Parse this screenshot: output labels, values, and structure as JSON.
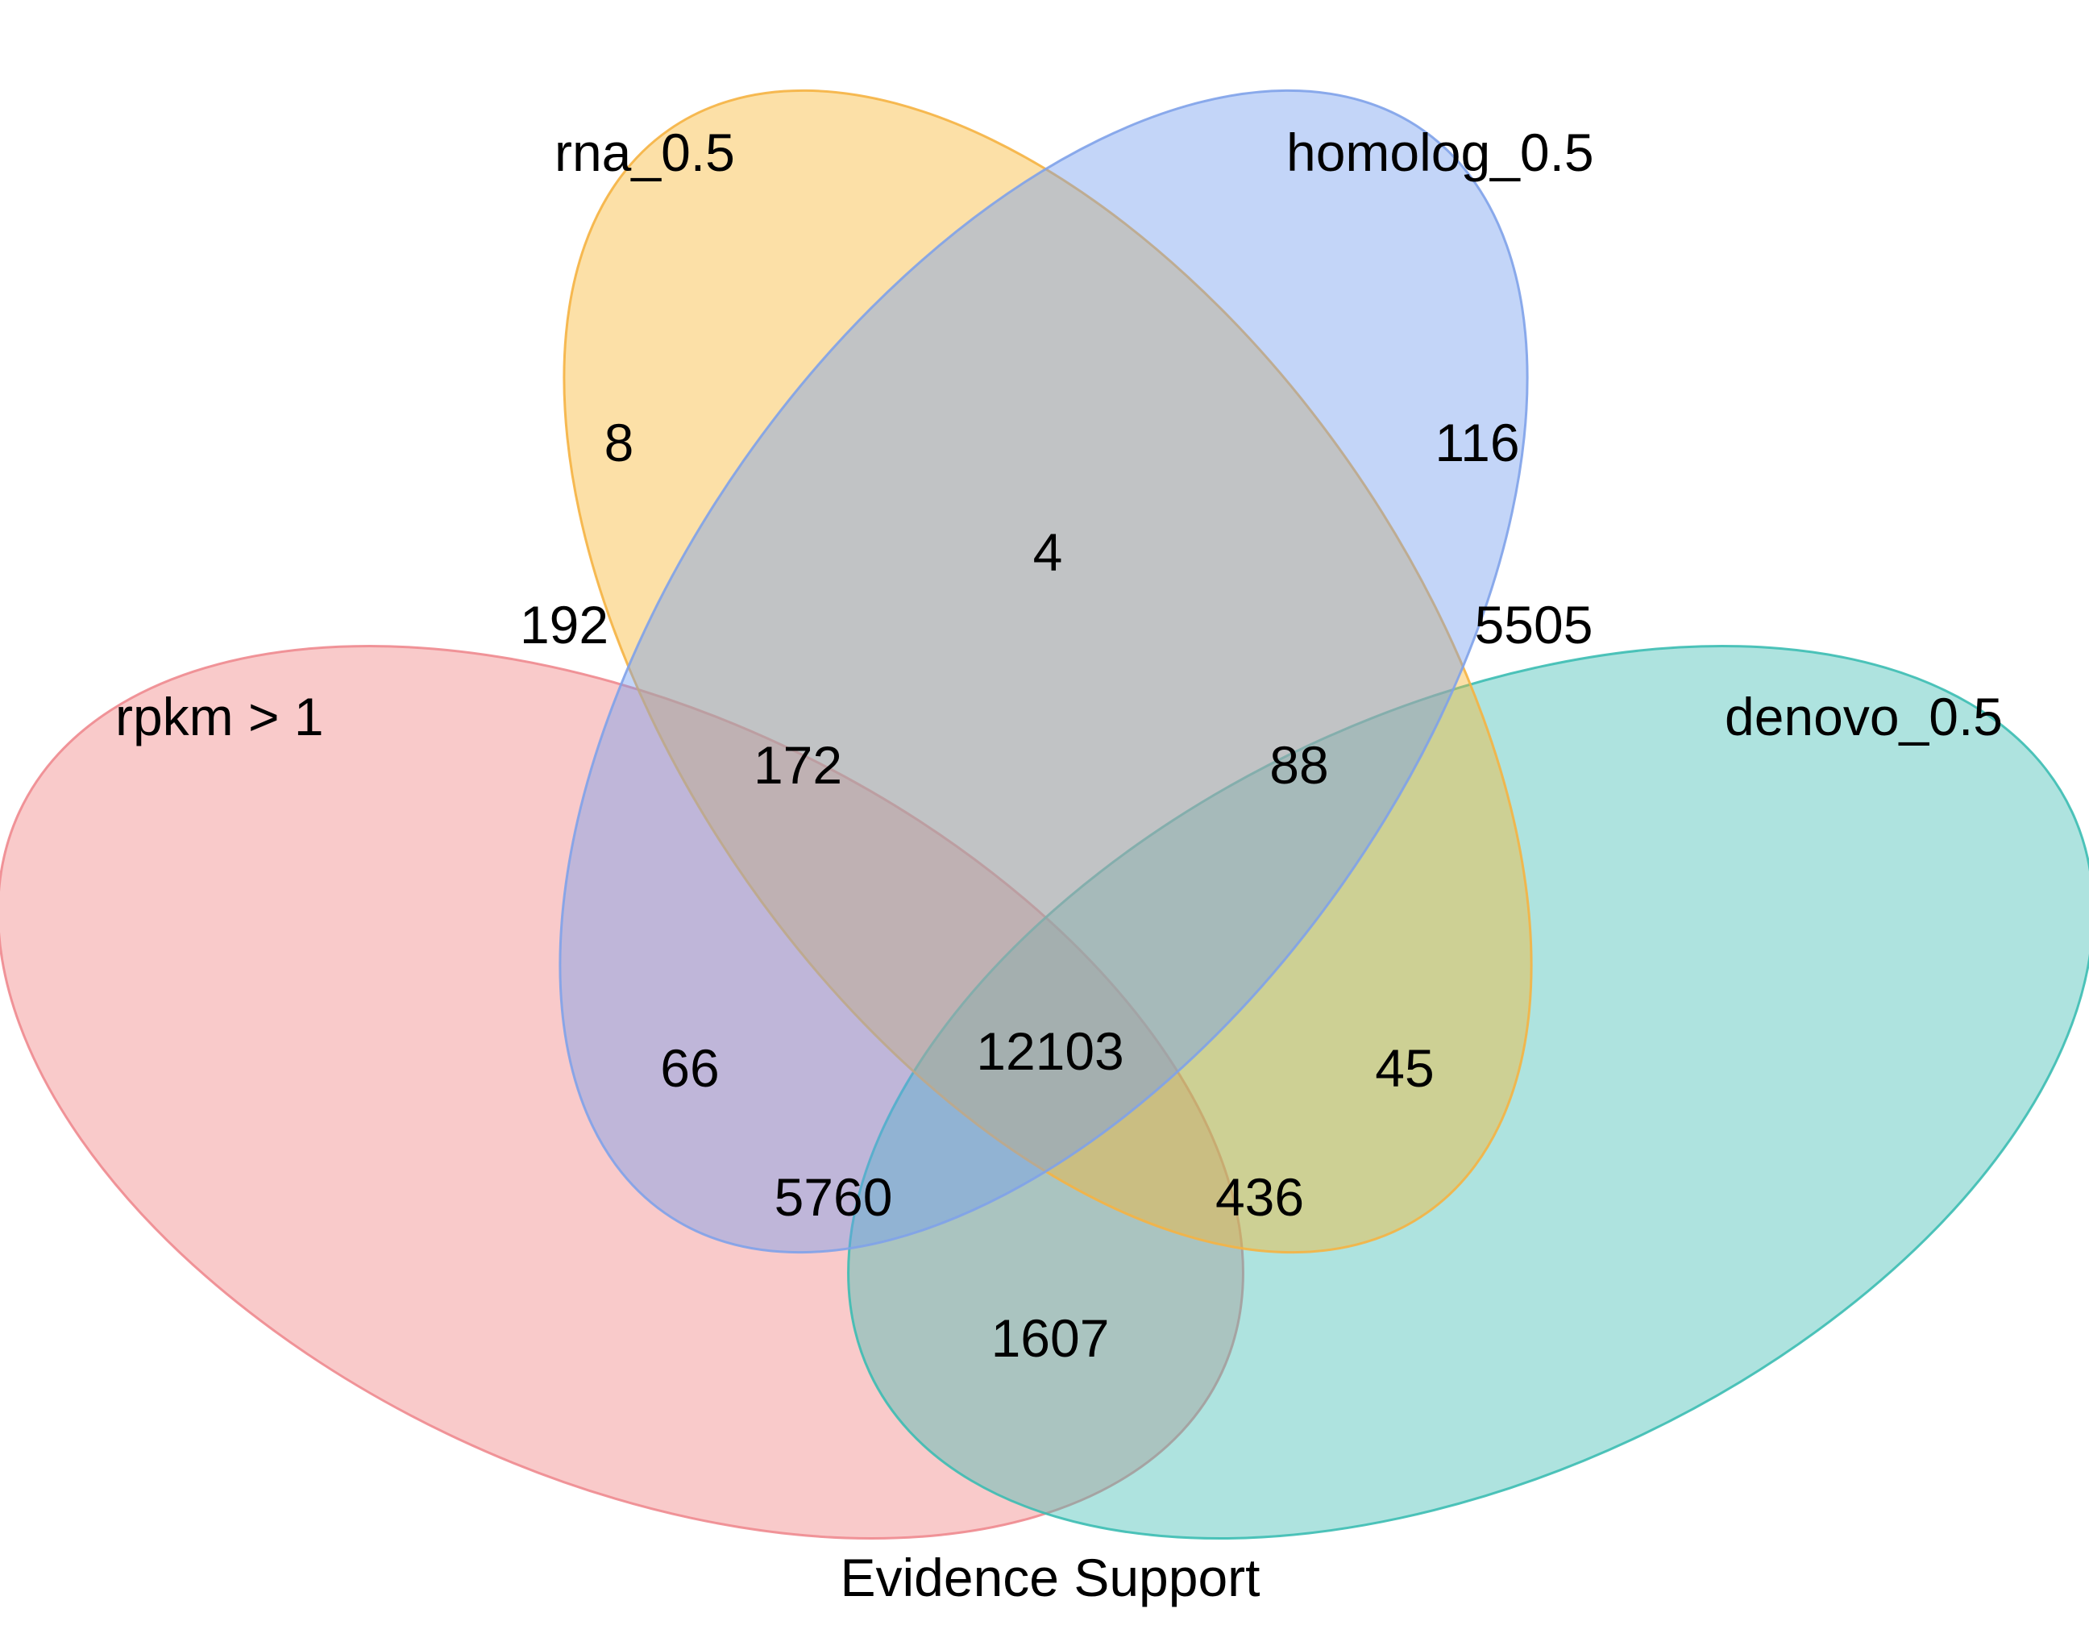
{
  "title": "Evidence Support",
  "sets": [
    {
      "key": "rpkm",
      "label": "rpkm > 1",
      "fill": "#F08080",
      "stroke": "#EE8A8F"
    },
    {
      "key": "rna",
      "label": "rna_0.5",
      "fill": "#F9B62E",
      "stroke": "#F5B342"
    },
    {
      "key": "homolog",
      "label": "homolog_0.5",
      "fill": "#6F9AEE",
      "stroke": "#7FA2E9"
    },
    {
      "key": "denovo",
      "label": "denovo_0.5",
      "fill": "#3DBDB3",
      "stroke": "#3CBDB2"
    }
  ],
  "regions": {
    "rna_only": "8",
    "homolog_only": "116",
    "rna_homolog": "4",
    "rpkm_rna": "192",
    "homolog_denovo": "5505",
    "rpkm_rna_homolog": "172",
    "rna_homolog_denovo": "88",
    "rpkm_homolog": "66",
    "all_four": "12103",
    "rna_denovo": "45",
    "rpkm_homolog_denovo": "5760",
    "rpkm_rna_denovo": "436",
    "rpkm_denovo": "1607"
  }
}
